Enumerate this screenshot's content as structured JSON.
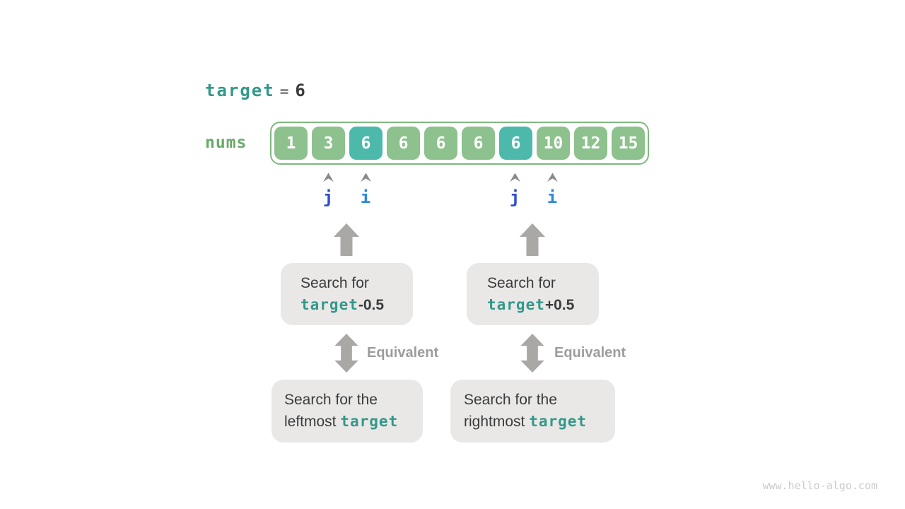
{
  "colors": {
    "teal": "#33988a",
    "green-text": "#69aa69",
    "cell-green": "#8dc18d",
    "cell-teal": "#4cb9ab",
    "border-green": "#7fb97f",
    "blue-j": "#2b4ed2",
    "blue-i": "#2e87d9",
    "arrow-gray": "#a9a8a5",
    "caret-gray": "#8a8a8a",
    "label-gray": "#9c9c9c",
    "dark": "#3b3b3b",
    "box-bg": "#e9e8e7",
    "watermark-gray": "#cbcbcb"
  },
  "header": {
    "variable": "target",
    "equals": "=",
    "value": "6"
  },
  "array": {
    "label": "nums",
    "cells": [
      {
        "value": "1",
        "highlight": false
      },
      {
        "value": "3",
        "highlight": false
      },
      {
        "value": "6",
        "highlight": true
      },
      {
        "value": "6",
        "highlight": false
      },
      {
        "value": "6",
        "highlight": false
      },
      {
        "value": "6",
        "highlight": false
      },
      {
        "value": "6",
        "highlight": true
      },
      {
        "value": "10",
        "highlight": false
      },
      {
        "value": "12",
        "highlight": false
      },
      {
        "value": "15",
        "highlight": false
      }
    ]
  },
  "pointers": [
    {
      "name": "j"
    },
    {
      "name": "i"
    },
    {
      "name": "j"
    },
    {
      "name": "i"
    }
  ],
  "branches": {
    "left": {
      "search_line1": "Search for",
      "search_target": "target",
      "search_suffix": "-0.5",
      "equivalent": "Equivalent",
      "result_line1": "Search for the",
      "result_prefix": "leftmost ",
      "result_target": "target"
    },
    "right": {
      "search_line1": "Search for",
      "search_target": "target",
      "search_suffix": "+0.5",
      "equivalent": "Equivalent",
      "result_line1": "Search for the",
      "result_prefix": "rightmost ",
      "result_target": "target"
    }
  },
  "watermark": "www.hello-algo.com"
}
